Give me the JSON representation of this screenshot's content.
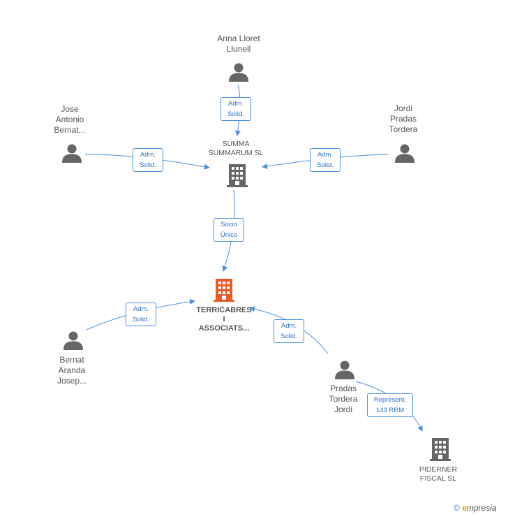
{
  "nodes": {
    "anna": {
      "label_lines": [
        "Anna Lloret",
        "Llunell"
      ],
      "type": "person"
    },
    "jose": {
      "label_lines": [
        "Jose",
        "Antonio",
        "Bernat..."
      ],
      "type": "person"
    },
    "jordi": {
      "label_lines": [
        "Jordi",
        "Pradas",
        "Tordera"
      ],
      "type": "person"
    },
    "summa": {
      "label_lines": [
        "SUMMA",
        "SUMMARUM SL"
      ],
      "type": "company"
    },
    "terricabres": {
      "label_lines": [
        "TERRICABRES",
        "I",
        "ASSOCIATS..."
      ],
      "type": "company-main"
    },
    "bernat": {
      "label_lines": [
        "Bernat",
        "Aranda",
        "Josep..."
      ],
      "type": "person"
    },
    "pradas": {
      "label_lines": [
        "Pradas",
        "Tordera",
        "Jordi"
      ],
      "type": "person"
    },
    "piderner": {
      "label_lines": [
        "PIDERNER",
        "FISCAL SL"
      ],
      "type": "company"
    }
  },
  "edges": [
    {
      "id": "anna-summa",
      "label_lines": [
        "Adm.",
        "Solid."
      ]
    },
    {
      "id": "jose-summa",
      "label_lines": [
        "Adm.",
        "Solid."
      ]
    },
    {
      "id": "jordi-summa",
      "label_lines": [
        "Adm.",
        "Solid."
      ]
    },
    {
      "id": "summa-terricabres",
      "label_lines": [
        "Socio",
        "Único"
      ]
    },
    {
      "id": "bernat-terricabres",
      "label_lines": [
        "Adm.",
        "Solid."
      ]
    },
    {
      "id": "pradas-terricabres",
      "label_lines": [
        "Adm.",
        "Solid."
      ]
    },
    {
      "id": "pradas-piderner",
      "label_lines": [
        "Represent.",
        "143 RRM"
      ]
    }
  ],
  "colors": {
    "person_icon": "#666666",
    "company_icon": "#666666",
    "main_company_icon": "#f05a28",
    "edge": "#4a90e2"
  },
  "footer": {
    "copyright": "©",
    "brand_e": "e",
    "brand_rest": "mpresia"
  }
}
